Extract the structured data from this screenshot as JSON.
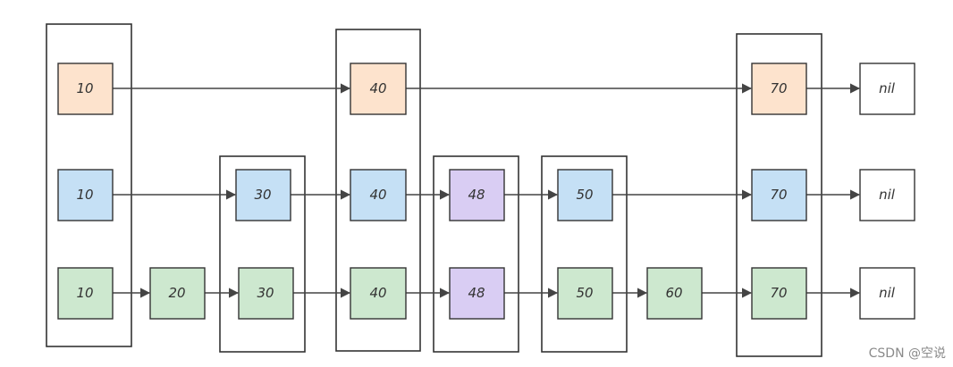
{
  "diagram": {
    "level_top": {
      "nodes": [
        {
          "label": "10",
          "color": "#fde3cd"
        },
        {
          "label": "40",
          "color": "#fde3cd"
        },
        {
          "label": "70",
          "color": "#fde3cd"
        },
        {
          "label": "nil",
          "color": "#ffffff"
        }
      ]
    },
    "level_middle": {
      "nodes": [
        {
          "label": "10",
          "color": "#c5e0f5"
        },
        {
          "label": "30",
          "color": "#c5e0f5"
        },
        {
          "label": "40",
          "color": "#c5e0f5"
        },
        {
          "label": "48",
          "color": "#d9cdf3"
        },
        {
          "label": "50",
          "color": "#c5e0f5"
        },
        {
          "label": "70",
          "color": "#c5e0f5"
        },
        {
          "label": "nil",
          "color": "#ffffff"
        }
      ]
    },
    "level_bottom": {
      "nodes": [
        {
          "label": "10",
          "color": "#cde8cf"
        },
        {
          "label": "20",
          "color": "#cde8cf"
        },
        {
          "label": "30",
          "color": "#cde8cf"
        },
        {
          "label": "40",
          "color": "#cde8cf"
        },
        {
          "label": "48",
          "color": "#d9cdf3"
        },
        {
          "label": "50",
          "color": "#cde8cf"
        },
        {
          "label": "60",
          "color": "#cde8cf"
        },
        {
          "label": "70",
          "color": "#cde8cf"
        },
        {
          "label": "nil",
          "color": "#ffffff"
        }
      ]
    }
  },
  "watermark": "CSDN @空说"
}
